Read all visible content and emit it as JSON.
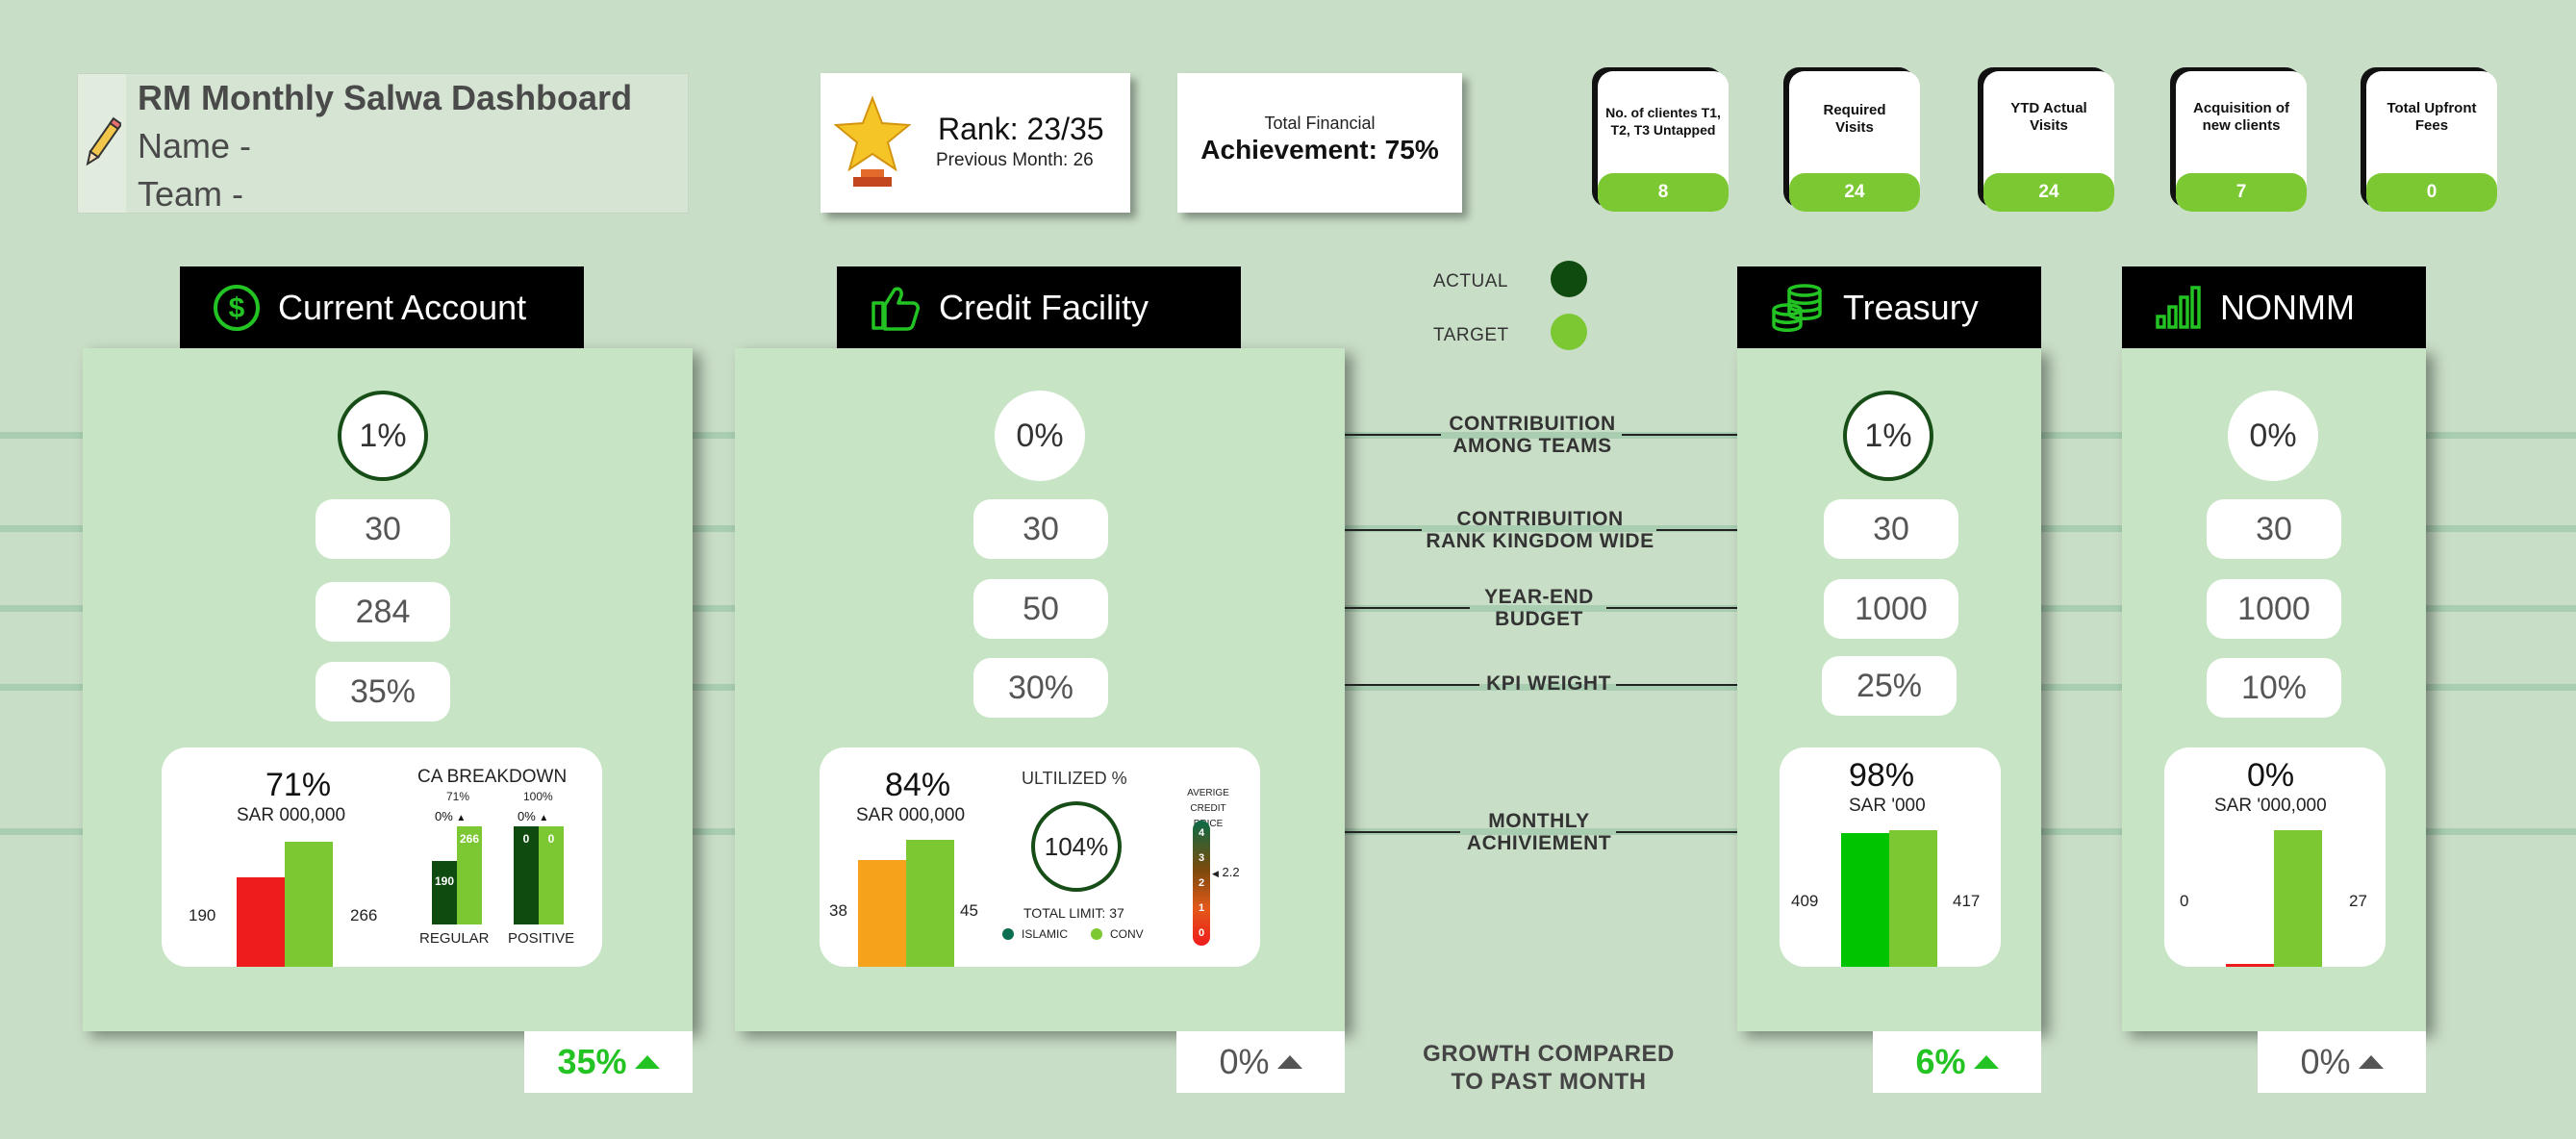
{
  "title": {
    "line1": "RM Monthly Salwa Dashboard",
    "line2": "Name -",
    "line3": "Team -"
  },
  "rank": {
    "main": "Rank: 23/35",
    "previous": "Previous Month: 26"
  },
  "achievement": {
    "label": "Total Financial",
    "value": "Achievement: 75%"
  },
  "kpis": [
    {
      "label": "No. of clientes T1, T2, T3 Untapped",
      "value": "8"
    },
    {
      "label": "Required Visits",
      "value": "24"
    },
    {
      "label": "YTD Actual Visits",
      "value": "24"
    },
    {
      "label": "Acquisition of new clients",
      "value": "7"
    },
    {
      "label": "Total Upfront Fees",
      "value": "0"
    }
  ],
  "legend": {
    "actual": "ACTUAL",
    "target": "TARGET",
    "actual_color": "#0f4a0f",
    "target_color": "#7bc832"
  },
  "row_labels": {
    "contribution_teams": [
      "CONTRIBUITION",
      "AMONG TEAMS"
    ],
    "contribution_rank": [
      "CONTRIBUITION",
      "RANK KINGDOM WIDE"
    ],
    "budget": [
      "YEAR-END",
      "BUDGET"
    ],
    "kpi_weight": "KPI WEIGHT",
    "monthly": [
      "MONTHLY",
      "ACHIVIEMENT"
    ],
    "growth": [
      "GROWTH COMPARED",
      "TO PAST MONTH"
    ]
  },
  "current_account": {
    "header": "Current Account",
    "contribution": "1%",
    "rank": "30",
    "budget": "284",
    "kpi_weight": "35%",
    "achievement": "71%",
    "unit": "SAR 000,000",
    "actual": 190,
    "target": 266,
    "actual_label": "190",
    "target_label": "266",
    "breakdown_title": "CA BREAKDOWN",
    "regular": {
      "label": "REGULAR",
      "pct": "71%",
      "growth": "0%",
      "actual": "190",
      "target": "266"
    },
    "positive": {
      "label": "POSITIVE",
      "pct": "100%",
      "growth": "0%",
      "actual": "0",
      "target": "0"
    },
    "growth": "35%"
  },
  "credit_facility": {
    "header": "Credit Facility",
    "contribution": "0%",
    "rank": "30",
    "budget": "50",
    "kpi_weight": "30%",
    "achievement": "84%",
    "unit": "SAR 000,000",
    "actual": 38,
    "target": 45,
    "actual_label": "38",
    "target_label": "45",
    "utilized_title": "ULTILIZED %",
    "utilized": "104%",
    "total_limit": "TOTAL LIMIT: 37",
    "islamic": "ISLAMIC",
    "conv": "CONV",
    "price_title": [
      "AVERIGE",
      "CREDIT PRICE"
    ],
    "price_scale": [
      "4",
      "3",
      "2",
      "1",
      "0"
    ],
    "price_value": "2.2",
    "growth": "0%"
  },
  "treasury": {
    "header": "Treasury",
    "contribution": "1%",
    "rank": "30",
    "budget": "1000",
    "kpi_weight": "25%",
    "achievement": "98%",
    "unit": "SAR '000",
    "actual": 409,
    "target": 417,
    "actual_label": "409",
    "target_label": "417",
    "growth": "6%"
  },
  "nonmm": {
    "header": "NONMM",
    "contribution": "0%",
    "rank": "30",
    "budget": "1000",
    "kpi_weight": "10%",
    "achievement": "0%",
    "unit": "SAR '000,000",
    "actual": 0,
    "target": 27,
    "actual_label": "0",
    "target_label": "27",
    "growth": "0%"
  },
  "colors": {
    "bg": "#c9dec7",
    "panel": "#c7e5c5",
    "green": "#7bc832",
    "dark_green": "#174d17",
    "bright_green": "#22c322",
    "red": "#ee1c1c",
    "orange": "#f7a21b"
  }
}
